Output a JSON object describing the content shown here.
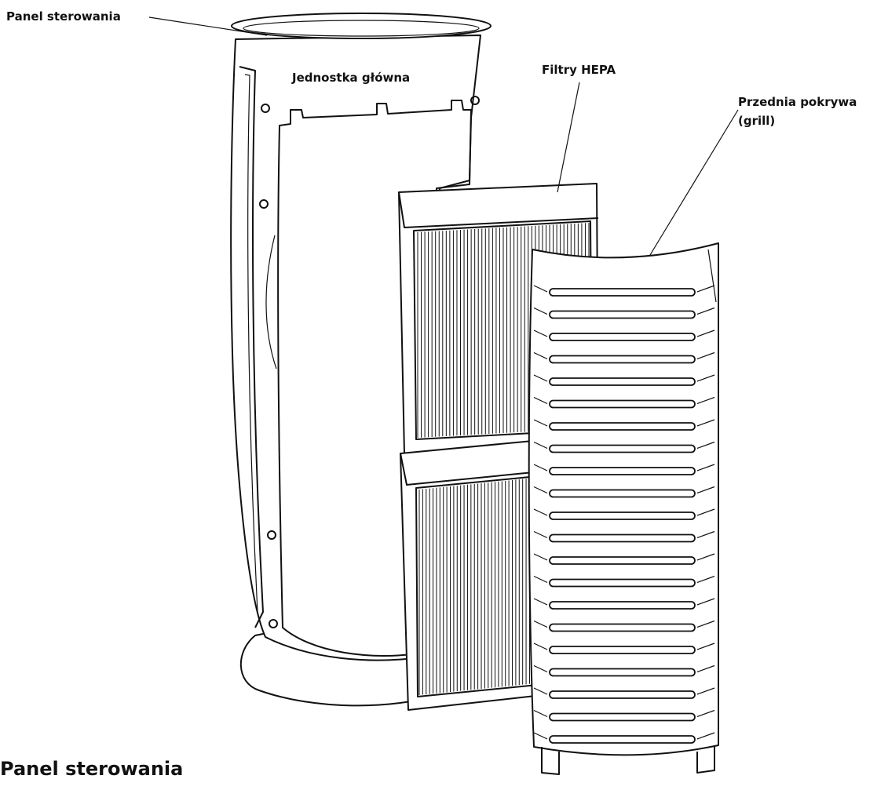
{
  "labels": {
    "control_panel": "Panel sterowania",
    "main_unit": "Jednostka główna",
    "hepa_filters": "Filtry HEPA",
    "front_cover_line1": "Przednia pokrywa",
    "front_cover_line2": "(grill)"
  },
  "section_heading": "Panel sterowania",
  "colors": {
    "ink": "#111111",
    "paper": "#ffffff"
  }
}
